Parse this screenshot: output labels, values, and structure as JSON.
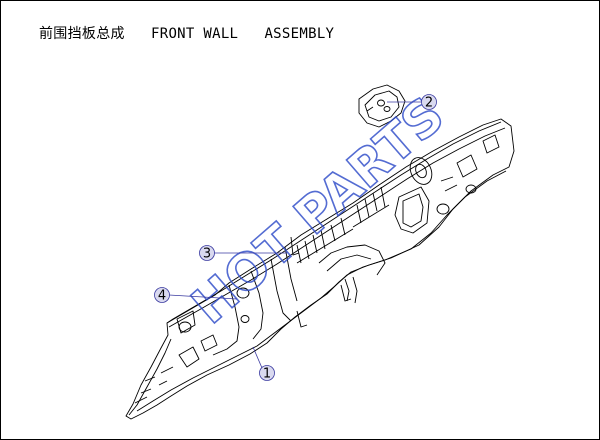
{
  "title": "前围挡板总成   FRONT WALL   ASSEMBLY",
  "callouts": [
    {
      "id": "1",
      "label": "1"
    },
    {
      "id": "2",
      "label": "2"
    },
    {
      "id": "3",
      "label": "3"
    },
    {
      "id": "4",
      "label": "4"
    }
  ],
  "watermark": "HOT PARTS",
  "colors": {
    "line": "#000000",
    "callout_fill": "#d9d9ef",
    "callout_line": "#3a3aa0",
    "watermark": "#2f4cc9"
  }
}
